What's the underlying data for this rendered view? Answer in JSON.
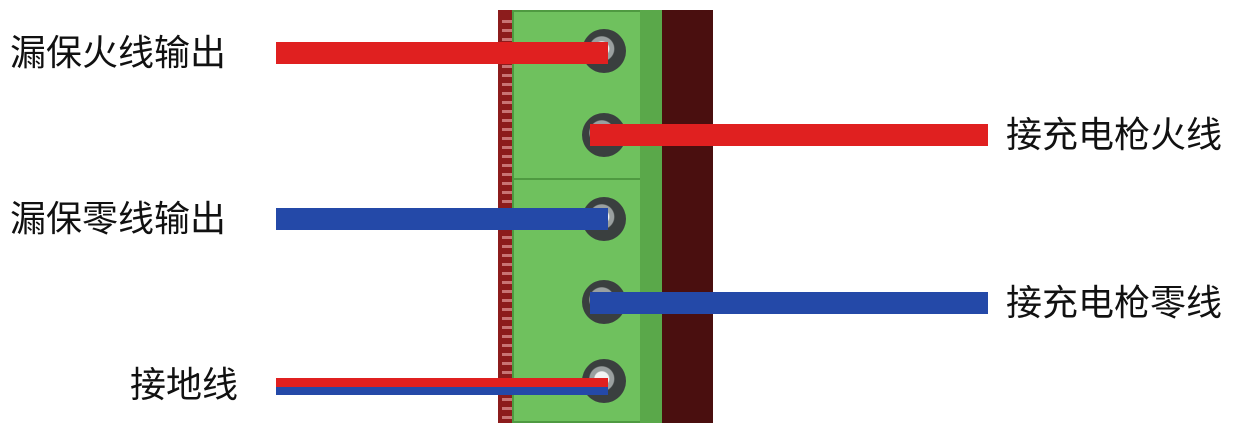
{
  "labels": {
    "leakage_live_output": "漏保火线输出",
    "charger_live": "接充电枪火线",
    "leakage_neutral_output": "漏保零线输出",
    "charger_neutral": "接充电枪零线",
    "ground": "接地线"
  },
  "colors": {
    "live": "#e02020",
    "neutral": "#2449a8",
    "terminal": "#6fc15e",
    "pcb": "#8c1c1c"
  }
}
